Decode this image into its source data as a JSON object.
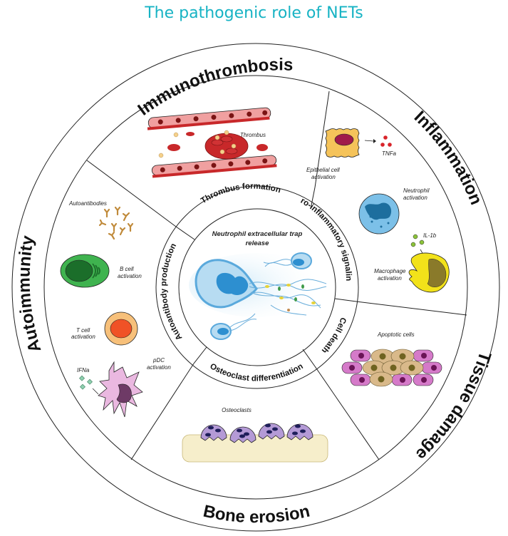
{
  "title": "The pathogenic role of NETs",
  "center": {
    "caption_line1": "Neutrophil extracellular trap",
    "caption_line2": "release"
  },
  "sectors": [
    {
      "id": "immunothrombosis",
      "label": "Immunothrombosis",
      "mechanism": "Thrombus formation",
      "captions": [
        "Thrombus"
      ]
    },
    {
      "id": "inflammation",
      "label": "Inflammation",
      "mechanism": "Pro-inflammatory signaling",
      "captions": [
        "Epithelial cell",
        "activation",
        "TNFa",
        "Neutrophil",
        "activation",
        "IL-1b",
        "Macrophage",
        "activation"
      ]
    },
    {
      "id": "tissue-damage",
      "label": "Tissue damage",
      "mechanism": "Cell death",
      "captions": [
        "Apoptotic cells"
      ]
    },
    {
      "id": "bone-erosion",
      "label": "Bone erosion",
      "mechanism": "Osteoclast differentiation",
      "captions": [
        "Osteoclasts"
      ]
    },
    {
      "id": "autoimmunity",
      "label": "Autoimmunity",
      "mechanism": "Autoantibody production",
      "captions": [
        "Autoantibodies",
        "B cell",
        "activation",
        "T cell",
        "activation",
        "pDC",
        "activation",
        "IFNa"
      ]
    }
  ],
  "colors": {
    "title": "#17b3c4",
    "vessel": "#f0a0a0",
    "rbc": "#c8282a",
    "platelet": "#f5d08a",
    "epithelial": "#f5c35a",
    "neutrophil": "#7cc0e8",
    "macrophage": "#f2e21a",
    "bcell": "#3fb34f",
    "tcell": "#f36a2e",
    "pdc": "#eab8e0",
    "osteoclast": "#b49ad6",
    "bone": "#f6eecb",
    "apoptotic": "#d9b98a",
    "healthy_cell": "#d57ac9"
  }
}
